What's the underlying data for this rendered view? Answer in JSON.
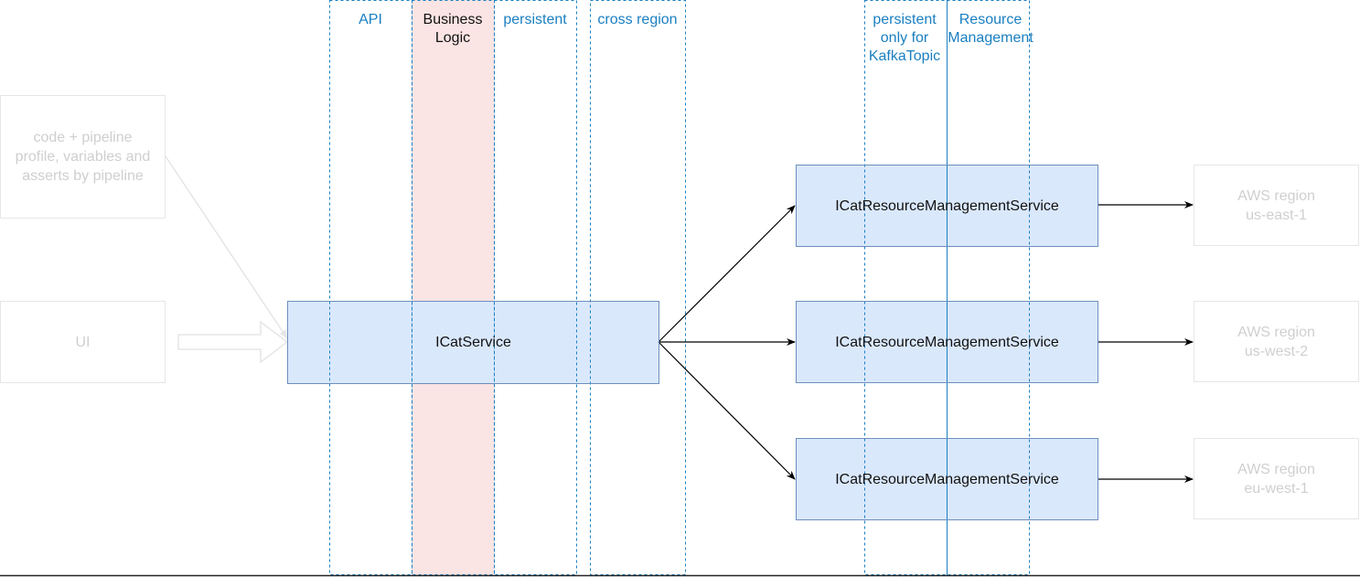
{
  "lanes": {
    "api": "API",
    "business_logic": "Business\nLogic",
    "persistent": "persistent",
    "cross_region": "cross region",
    "persistent_kafka": "persistent\nonly for\nKafkaTopic",
    "resource_management": "Resource\nManagement"
  },
  "sources": {
    "pipeline": "code + pipeline\nprofile, variables and\nasserts by pipeline",
    "ui": "UI"
  },
  "central": {
    "label": "ICatService"
  },
  "resource_services": [
    {
      "label": "ICatResourceManagementService"
    },
    {
      "label": "ICatResourceManagementService"
    },
    {
      "label": "ICatResourceManagementService"
    }
  ],
  "regions": [
    {
      "label": "AWS region\nus-east-1"
    },
    {
      "label": "AWS region\nus-west-2"
    },
    {
      "label": "AWS region\neu-west-1"
    }
  ],
  "colors": {
    "service_fill": "#dae8fc",
    "service_stroke": "#6c8ebf",
    "business_logic_fill": "#fbe4e4",
    "lane_border": "#1a7fc1",
    "lane_text": "#1a7fc1",
    "ghost_border": "#e6e6e6",
    "ghost_text": "#cfcfcf",
    "arrow": "#000000"
  }
}
